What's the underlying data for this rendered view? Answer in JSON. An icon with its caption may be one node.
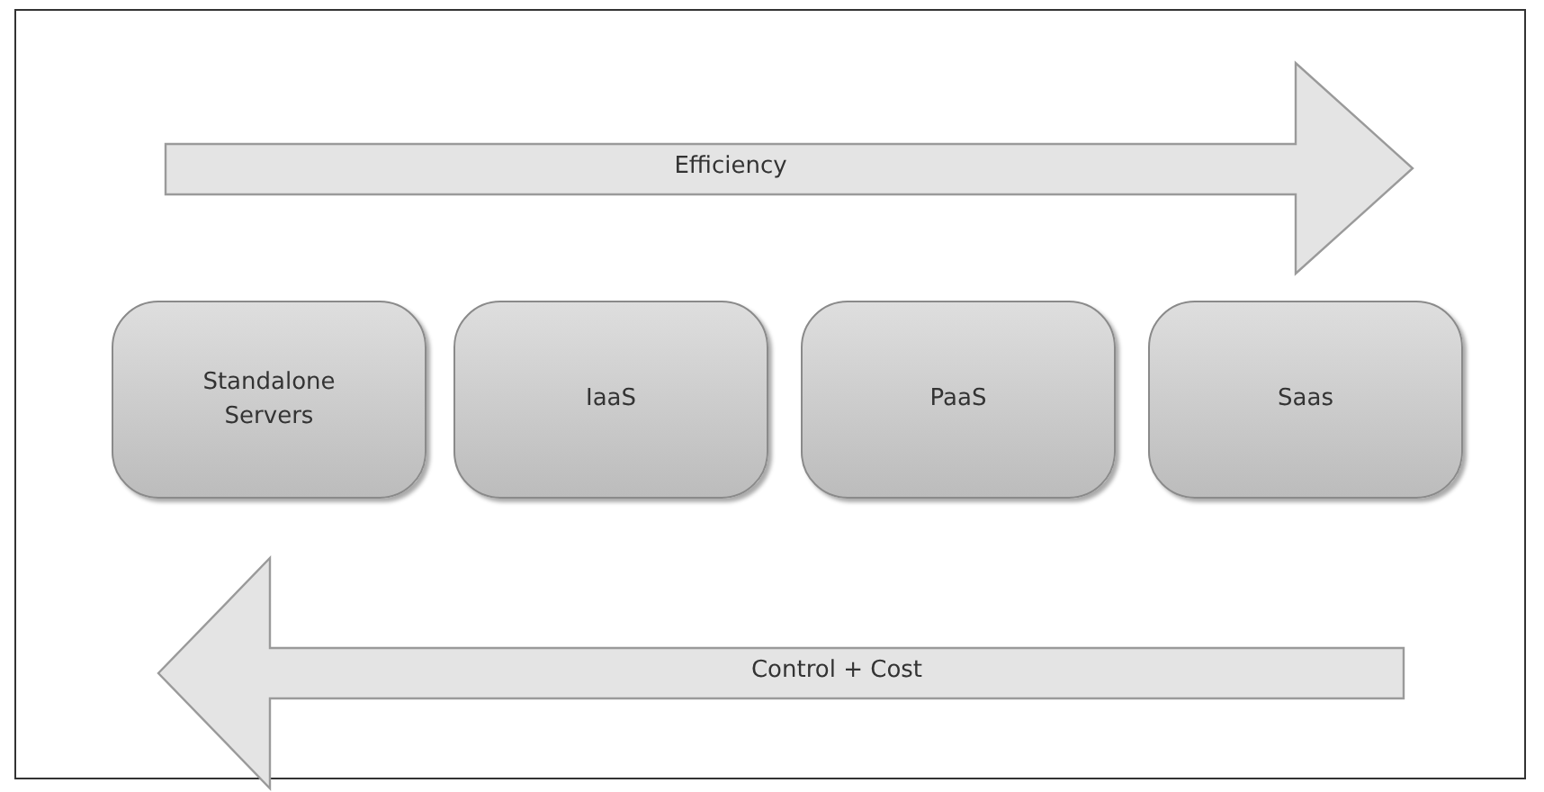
{
  "diagram": {
    "nodes": [
      {
        "text": [
          "Efficiency"
        ]
      },
      {
        "text": [
          "Standalone Servers"
        ]
      },
      {
        "text": [
          "IaaS"
        ]
      },
      {
        "text": [
          "PaaS"
        ]
      },
      {
        "text": [
          "Saas"
        ]
      },
      {
        "text": [
          "Control + Cost"
        ]
      }
    ]
  }
}
